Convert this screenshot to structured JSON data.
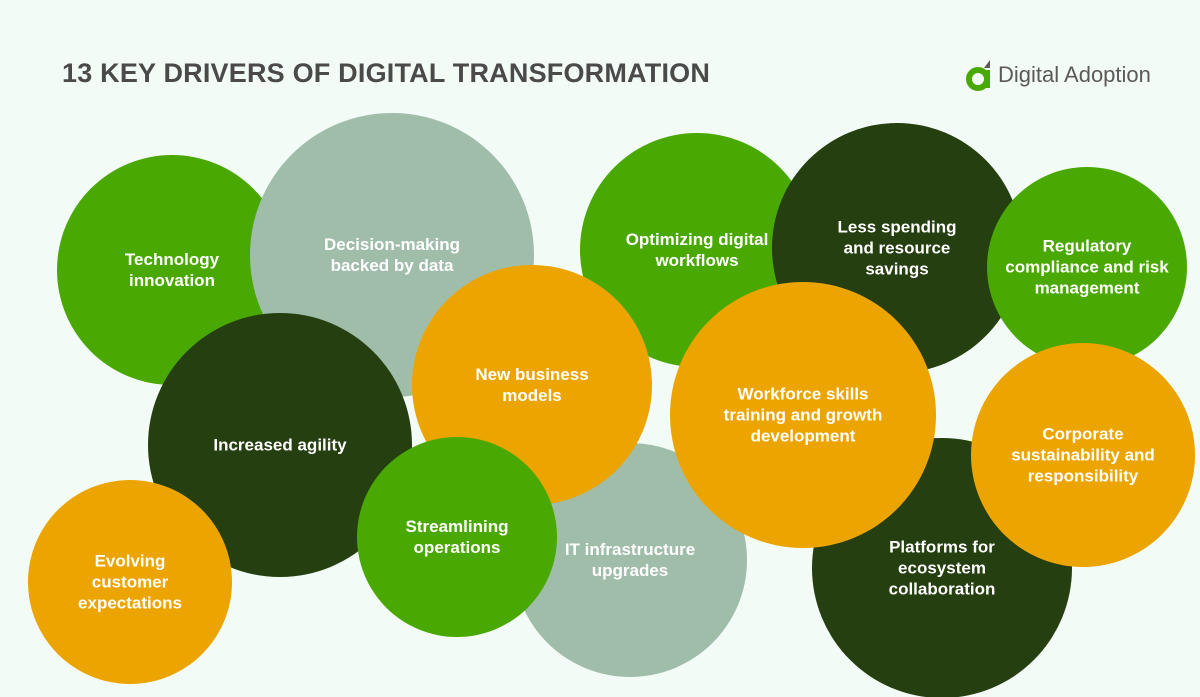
{
  "title": "13 KEY DRIVERS OF DIGITAL TRANSFORMATION",
  "logo": {
    "text": "Digital Adoption",
    "icon": "digital-adoption-logo-icon"
  },
  "colors": {
    "green": "#4aa803",
    "dark_green": "#253f10",
    "orange": "#eca400",
    "sage": "#a0bdaa",
    "background": "#f3fbf6"
  },
  "drivers": [
    {
      "label": "Technology innovation",
      "color": "green"
    },
    {
      "label": "Decision-making backed by data",
      "color": "sage"
    },
    {
      "label": "Optimizing digital workflows",
      "color": "green"
    },
    {
      "label": "Less spending and resource savings",
      "color": "dark_green"
    },
    {
      "label": "Regulatory compliance and risk management",
      "color": "green"
    },
    {
      "label": "Increased agility",
      "color": "dark_green"
    },
    {
      "label": "IT infrastructure upgrades",
      "color": "sage"
    },
    {
      "label": "New business models",
      "color": "orange"
    },
    {
      "label": "Streamlining operations",
      "color": "green"
    },
    {
      "label": "Platforms for ecosystem collaboration",
      "color": "dark_green"
    },
    {
      "label": "Workforce skills training and growth development",
      "color": "orange"
    },
    {
      "label": "Corporate sustainability and responsibility",
      "color": "orange"
    },
    {
      "label": "Evolving customer expectations",
      "color": "orange"
    }
  ]
}
